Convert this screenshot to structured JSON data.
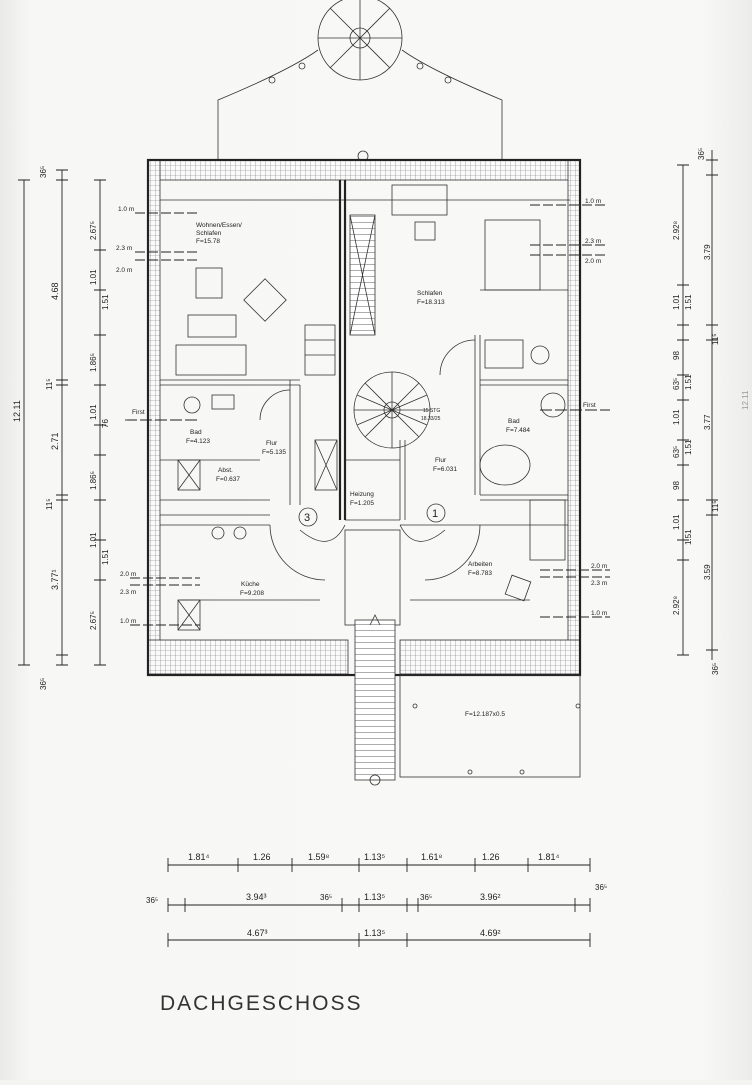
{
  "title": "DACHGESCHOSS",
  "rooms": {
    "wohnen": {
      "name": "Wohnen/Essen/",
      "name2": "Schlafen",
      "area": "F=15.78"
    },
    "schlafen": {
      "name": "Schlafen",
      "area": "F=18.313"
    },
    "bad_left": {
      "name": "Bad",
      "area": "F=4.123"
    },
    "abst": {
      "name": "Abst.",
      "area": "F=0.637"
    },
    "flur_left": {
      "name": "Flur",
      "area": "F=5.135"
    },
    "flur_right": {
      "name": "Flur",
      "area": "F=6.031"
    },
    "bad_right": {
      "name": "Bad",
      "area": "F=7.484"
    },
    "heizung": {
      "name": "Heizung",
      "area": "F=1.205"
    },
    "kueche": {
      "name": "Küche",
      "area": "F=9.208"
    },
    "arbeiten": {
      "name": "Arbeiten",
      "area": "F=8.783"
    },
    "terrasse": {
      "area": "F=12.187x0.5"
    }
  },
  "stair_note": {
    "line1": "15 STG",
    "line2": "18.33/25"
  },
  "markers": [
    "3",
    "1"
  ],
  "height_lines": {
    "l_10": "1.0 m",
    "l_23": "2.3 m",
    "l_20": "2.0 m",
    "r_10": "1.0 m",
    "r_23": "2.3 m",
    "r_20": "2.0 m",
    "lk_20": "2.0 m",
    "lk_23": "2.3 m",
    "lk_10": "1.0 m",
    "ra_20": "2.0 m",
    "ra_23": "2.3 m",
    "ra_10": "1.0 m",
    "first_l": "First",
    "first_r": "First"
  },
  "dims_left": {
    "outer_total": "12.11",
    "col2": [
      "36⁵",
      "4.68",
      "11⁵",
      "2.71",
      "11⁵",
      "3.77¹",
      "36⁵"
    ],
    "col3": [
      "2.67⁵",
      "1.01",
      "1.51",
      "1.86⁵",
      "1.01",
      "76",
      "1.86⁵",
      "1.01",
      "1.51",
      "2.67⁵"
    ]
  },
  "dims_right": {
    "col1": [
      "36⁵",
      "2.92⁸",
      "1.01",
      "1.51",
      "98",
      "63⁵",
      "1.01",
      "63⁵",
      "98",
      "1.01",
      "1.51",
      "2.92⁸",
      "36⁵"
    ],
    "col2": [
      "3.79",
      "11⁵",
      "1.51",
      "3.77",
      "1.51",
      "11⁵",
      "3.59"
    ],
    "edge": "12.11"
  },
  "dims_bottom": {
    "row1": [
      "1.81⁴",
      "1.26",
      "1.59⁸",
      "1.13⁵",
      "1.61⁸",
      "1.26",
      "1.81⁴"
    ],
    "row2": [
      "36⁵",
      "3.94³",
      "36⁵",
      "1.13⁵",
      "36⁵",
      "3.96²",
      "36⁵"
    ],
    "row3": [
      "4.67³",
      "1.13⁵",
      "4.69²"
    ]
  }
}
